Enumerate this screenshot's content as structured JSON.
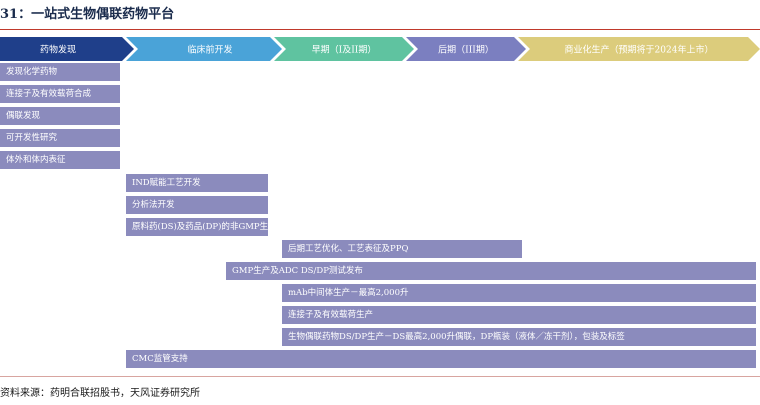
{
  "title": "31：一站式生物偶联药物平台",
  "stages": [
    {
      "label": "药物发现",
      "color": "#1f3f8a"
    },
    {
      "label": "临床前开发",
      "color": "#4aa3d8"
    },
    {
      "label": "早期（I及II期）",
      "color": "#5fc3a0"
    },
    {
      "label": "后期（III期）",
      "color": "#7b7fc0"
    },
    {
      "label": "商业化生产（预期将于2024年上市）",
      "color": "#dccc7c"
    }
  ],
  "bar_color": "#8b8bbd",
  "bars": [
    "发现化学药物",
    "连接子及有效载荷合成",
    "偶联发现",
    "可开发性研究",
    "体外和体内表征",
    "IND赋能工艺开发",
    "分析法开发",
    "原料药(DS)及药品(DP)的非GMP生产",
    "后期工艺优化、工艺表征及PPQ",
    "GMP生产及ADC DS/DP测试发布",
    "mAb中间体生产－最高2,000升",
    "连接子及有效载荷生产",
    "生物偶联药物DS/DP生产－DS最高2,000升偶联，DP瓶装（液体／冻干剂），包装及标签",
    "CMC监管支持"
  ],
  "source": "资料来源：药明合联招股书，天风证券研究所"
}
